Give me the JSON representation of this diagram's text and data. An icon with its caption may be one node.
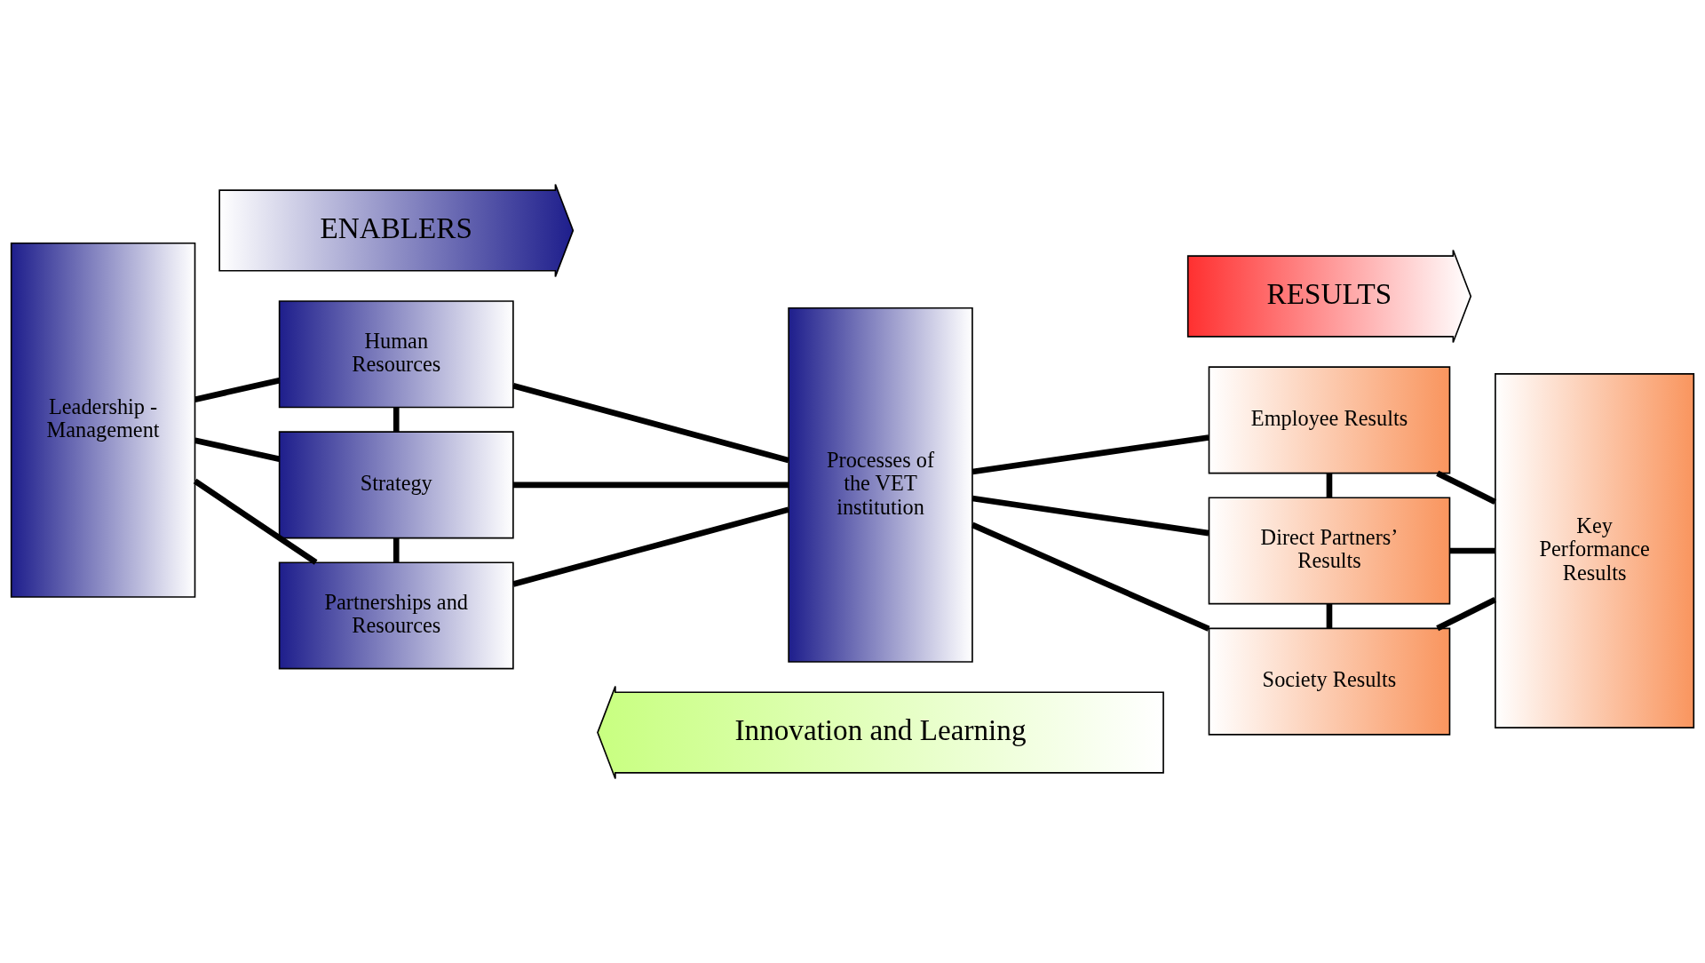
{
  "diagram": {
    "nodes": [
      {
        "text": [
          "ENABLERS"
        ]
      },
      {
        "text": [
          "RESULTS"
        ]
      },
      {
        "text": [
          "Leadership - Management"
        ]
      },
      {
        "text": [
          "Human Resources"
        ]
      },
      {
        "text": [
          "Strategy"
        ]
      },
      {
        "text": [
          "Partnerships and Resources"
        ]
      },
      {
        "text": [
          "Processes of the VET institution"
        ]
      },
      {
        "text": [
          "Employee Results"
        ]
      },
      {
        "text": [
          "Direct Partners’ Results"
        ]
      },
      {
        "text": [
          "Society Results"
        ]
      },
      {
        "text": [
          "Key Performance Results"
        ]
      },
      {
        "text": [
          "Innovation and Learning"
        ]
      }
    ],
    "edges": [
      {
        "from": 2,
        "to": 3,
        "arrow": "none"
      },
      {
        "from": 2,
        "to": 4,
        "arrow": "none"
      },
      {
        "from": 2,
        "to": 5,
        "arrow": "none"
      },
      {
        "from": 3,
        "to": 4,
        "arrow": "none"
      },
      {
        "from": 4,
        "to": 5,
        "arrow": "none"
      },
      {
        "from": 3,
        "to": 6,
        "arrow": "none"
      },
      {
        "from": 4,
        "to": 6,
        "arrow": "none"
      },
      {
        "from": 5,
        "to": 6,
        "arrow": "none"
      },
      {
        "from": 6,
        "to": 7,
        "arrow": "none"
      },
      {
        "from": 6,
        "to": 8,
        "arrow": "none"
      },
      {
        "from": 6,
        "to": 9,
        "arrow": "none"
      },
      {
        "from": 7,
        "to": 8,
        "arrow": "none"
      },
      {
        "from": 8,
        "to": 9,
        "arrow": "none"
      },
      {
        "from": 7,
        "to": 10,
        "arrow": "none"
      },
      {
        "from": 8,
        "to": 10,
        "arrow": "none"
      },
      {
        "from": 9,
        "to": 10,
        "arrow": "none"
      }
    ]
  }
}
